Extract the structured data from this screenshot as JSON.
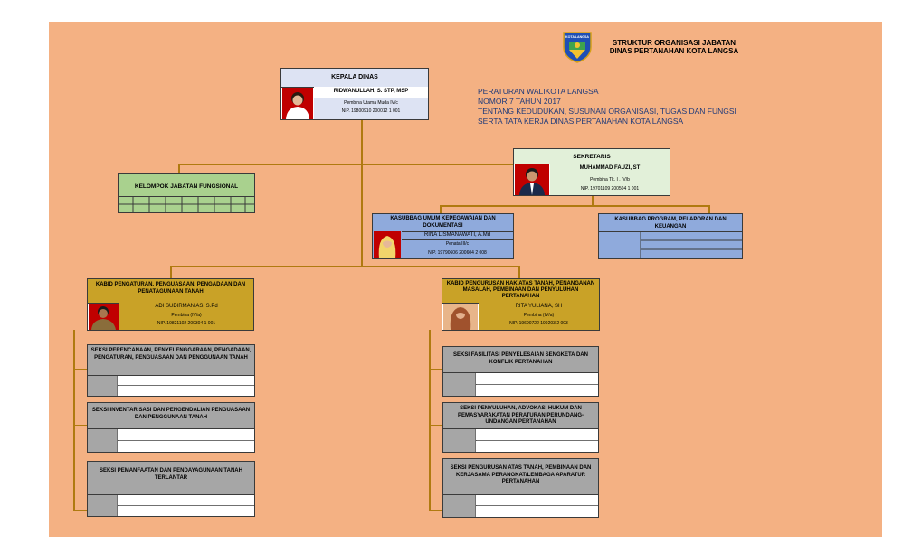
{
  "header": {
    "logo_label": "KOTA LANGSA",
    "title_line1": "STRUKTUR ORGANISASI JABATAN",
    "title_line2": "DINAS PERTANAHAN KOTA LANGSA"
  },
  "regulation": [
    "PERATURAN WALIKOTA LANGSA",
    "NOMOR 7 TAHUN 2017",
    "TENTANG KEDUDUKAN, SUSUNAN ORGANISASI, TUGAS DAN FUNGSI",
    "SERTA TATA KERJA DINAS PERTANAHAN KOTA LANGSA"
  ],
  "kepala": {
    "title": "KEPALA DINAS",
    "name": "RIDWANULLAH, S. STP, MSP",
    "rank": "Pembina Utama Muda  IV/c",
    "nip": "NIP. 19800910 200012 1 001"
  },
  "fungsional": {
    "title": "KELOMPOK JABATAN FUNGSIONAL"
  },
  "sekretaris": {
    "title": "SEKRETARIS",
    "name": "MUHAMMAD FAUZI, ST",
    "rank": "Pembina Tk. I . IV/b",
    "nip": "NIP. 19701109 200504 1 001"
  },
  "kasubbag_umum": {
    "title": "KASUBBAG UMUM KEPEGAWAIAN DAN DOKUMENTASI",
    "name": "RINA LISMANAWATI, A.Md",
    "rank": "Penata III/c",
    "nip": "NIP. 19790606 200604 2 008"
  },
  "kasubbag_program": {
    "title": "KASUBBAG PROGRAM, PELAPORAN DAN KEUANGAN"
  },
  "kabid_pengaturan": {
    "title": "KABID PENGATURAN, PENGUASAAN, PENGADAAN DAN PENATAGUNAAN TANAH",
    "name": "ADI SUDIRMAN AS, S.Pd",
    "rank": "Pembina (IV/a)",
    "nip": "NIP. 19821102 200304 1 001"
  },
  "kabid_pengurusan": {
    "title": "KABID PENGURUSAN HAK ATAS TANAH, PENANGANAN MASALAH, PEMBINAAN DAN PENYULUHAN PERTANAHAN",
    "name": "RITA YULIANA, SH",
    "rank": "Pembina (IV/a)",
    "nip": "NIP. 19690722 199203 2 003"
  },
  "seksi_left": [
    "SEKSI PERENCANAAN, PENYELENGGARAAN, PENGADAAN, PENGATURAN, PENGUASAAN DAN PENGGUNAAN TANAH",
    "SEKSI INVENTARISASI DAN PENGENDALIAN PENGUASAAN DAN PENGGUNAAN TANAH",
    "SEKSI PEMANFAATAN DAN PENDAYAGUNAAN TANAH TERLANTAR"
  ],
  "seksi_right": [
    "SEKSI FASILITASI PENYELESAIAN SENGKETA DAN KONFLIK PERTANAHAN",
    "SEKSI PENYULUHAN, ADVOKASI HUKUM DAN PEMASYARAKATAN PERATURAN PERUNDANG-UNDANGAN PERTANAHAN",
    "SEKSI PENGURUSAN ATAS TANAH, PEMBINAAN DAN KERJASAMA PERANGKAT/LEMBAGA APARATUR PERTANAHAN"
  ],
  "colors": {
    "background": "#f4b183",
    "connector": "#b07a10",
    "kepala_header": "#dde3f3",
    "sekretaris_header": "#e2f0d9",
    "fungsional": "#a9d18e",
    "kasubbag": "#8faadc",
    "kabid": "#c9a227",
    "seksi": "#a6a6a6"
  }
}
